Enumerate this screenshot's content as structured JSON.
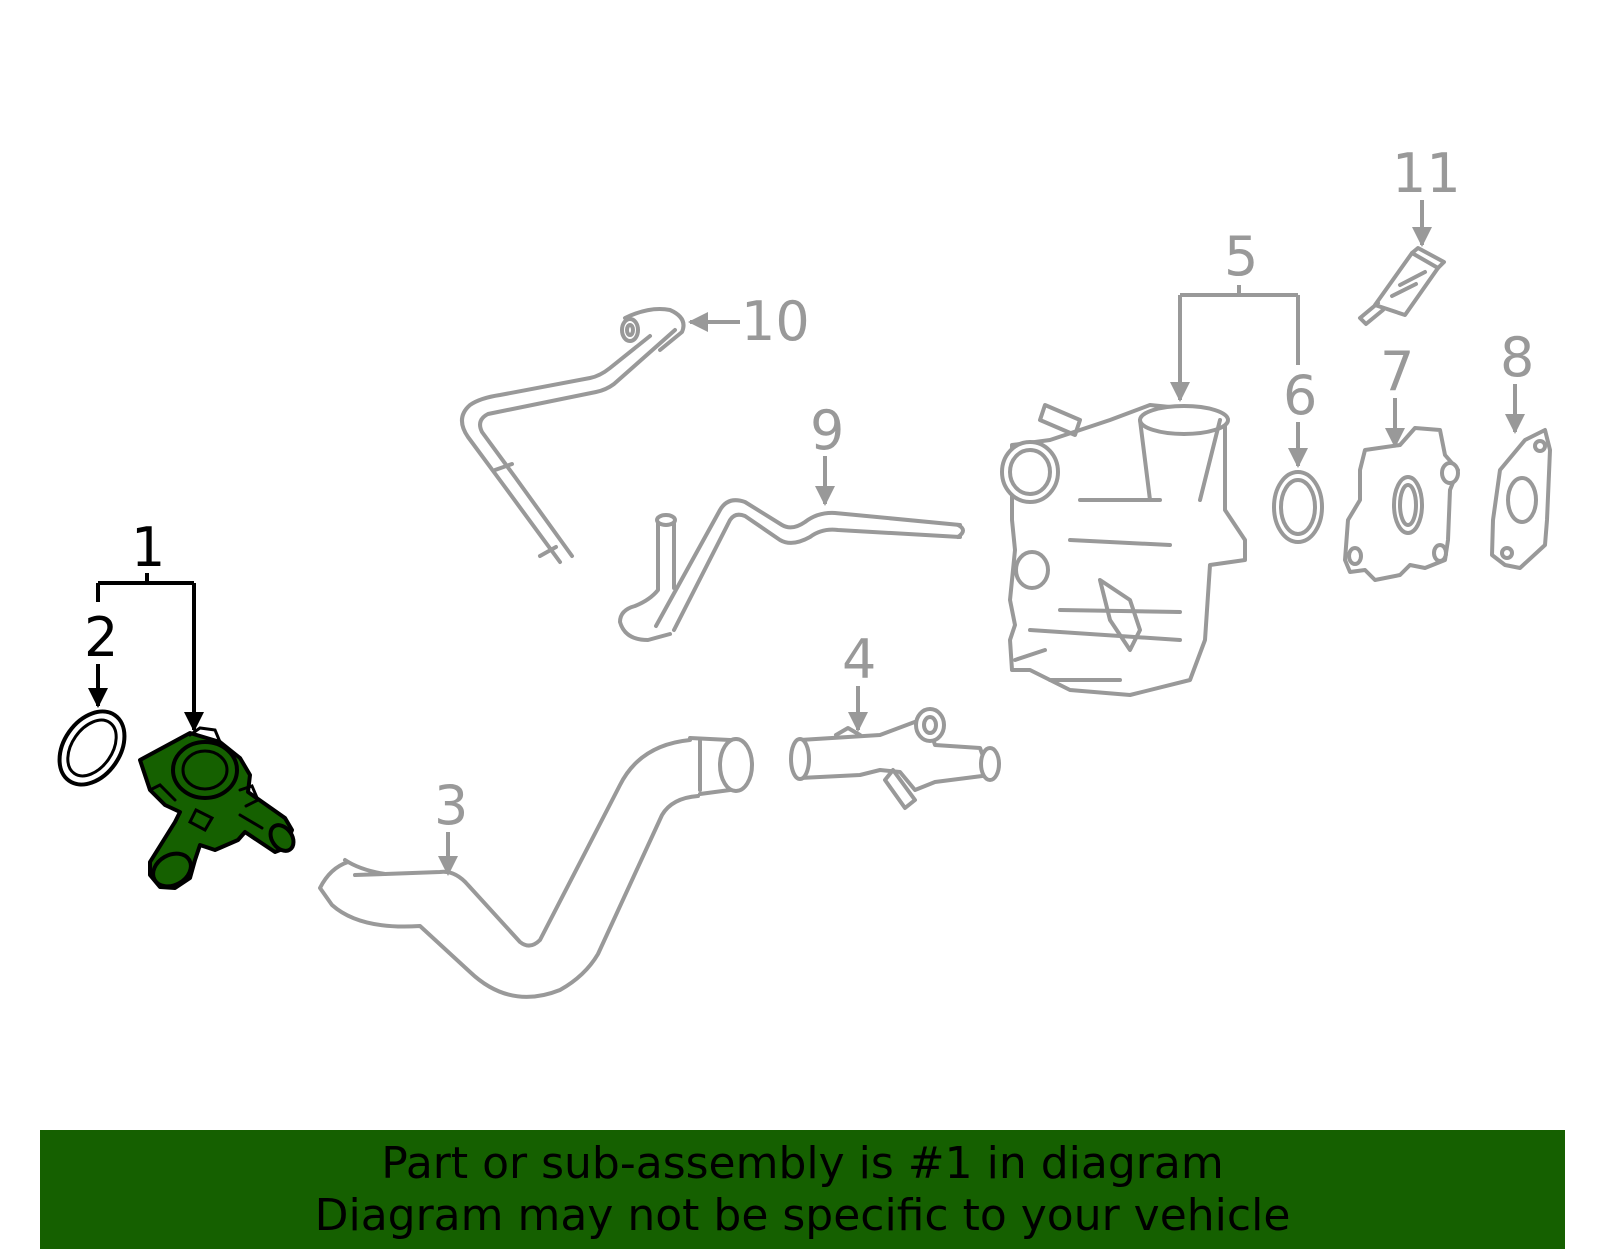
{
  "colors": {
    "highlight": "#156000",
    "part_outline": "#999999",
    "selected_outline": "#000000",
    "background": "#ffffff"
  },
  "callouts": {
    "c1": "1",
    "c2": "2",
    "c3": "3",
    "c4": "4",
    "c5": "5",
    "c6": "6",
    "c7": "7",
    "c8": "8",
    "c9": "9",
    "c10": "10",
    "c11": "11"
  },
  "banner": {
    "line1": "Part or sub-assembly is #1 in diagram",
    "line2": "Diagram may not be specific to your vehicle"
  }
}
